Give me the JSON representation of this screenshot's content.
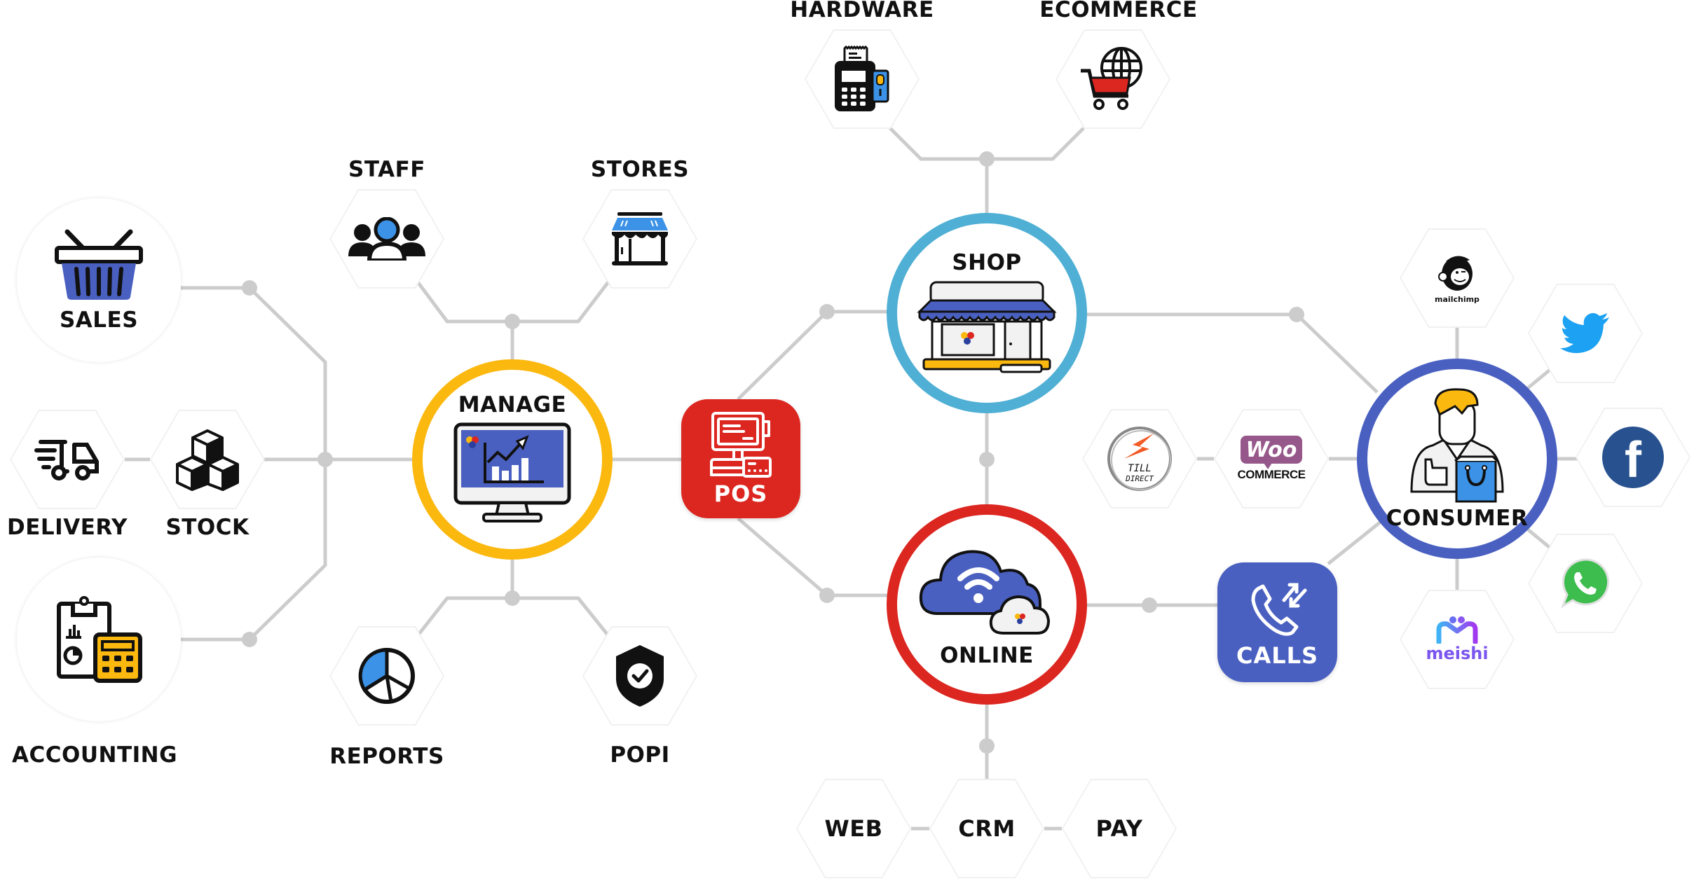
{
  "colors": {
    "wire": "#cccccc",
    "manage_ring": "#fbb80f",
    "shop_ring": "#4fafd4",
    "online_ring": "#dc2620",
    "consumer_ring": "#4a60c1",
    "pos_tile": "#dc2620",
    "calls_tile": "#4a60c1",
    "icon_blue": "#4a60c1",
    "icon_light_blue": "#3b92e6",
    "icon_yellow": "#fbb80f",
    "icon_red": "#dc2620"
  },
  "hubs": {
    "manage": {
      "label": "MANAGE",
      "icon": "monitor-chart-icon"
    },
    "shop": {
      "label": "SHOP",
      "icon": "storefront-icon"
    },
    "online": {
      "label": "ONLINE",
      "icon": "cloud-wifi-icon"
    },
    "consumer": {
      "label": "CONSUMER",
      "icon": "shopper-icon"
    }
  },
  "tiles": {
    "pos": {
      "label": "POS",
      "icon": "pos-terminal-icon"
    },
    "calls": {
      "label": "CALLS",
      "icon": "phone-call-icon"
    }
  },
  "left_nodes": {
    "sales": {
      "label": "SALES",
      "icon": "shopping-basket-icon"
    },
    "delivery": {
      "label": "DELIVERY",
      "icon": "delivery-truck-icon"
    },
    "stock": {
      "label": "STOCK",
      "icon": "boxes-icon"
    },
    "accounting": {
      "label": "ACCOUNTING",
      "icon": "calculator-clipboard-icon"
    }
  },
  "manage_nodes": {
    "staff": {
      "label": "STAFF",
      "icon": "people-icon"
    },
    "stores": {
      "label": "STORES",
      "icon": "store-icon"
    },
    "reports": {
      "label": "REPORTS",
      "icon": "pie-chart-icon"
    },
    "popi": {
      "label": "POPI",
      "icon": "shield-check-icon"
    }
  },
  "shop_nodes": {
    "hardware": {
      "label": "HARDWARE",
      "icon": "card-terminal-icon"
    },
    "ecommerce": {
      "label": "ECOMMERCE",
      "icon": "globe-cart-icon"
    }
  },
  "online_nodes": {
    "web": {
      "label": "WEB"
    },
    "crm": {
      "label": "CRM"
    },
    "pay": {
      "label": "PAY"
    }
  },
  "integrations": {
    "till_direct": {
      "line1": "TILL",
      "line2": "DIRECT"
    },
    "woocommerce": {
      "badge": "Woo",
      "text": "COMMERCE"
    }
  },
  "consumer_channels": {
    "mailchimp": {
      "label": "mailchimp"
    },
    "twitter": {
      "label": ""
    },
    "facebook": {
      "glyph": "f"
    },
    "whatsapp": {
      "label": ""
    },
    "meishi": {
      "label": "meishi"
    }
  }
}
